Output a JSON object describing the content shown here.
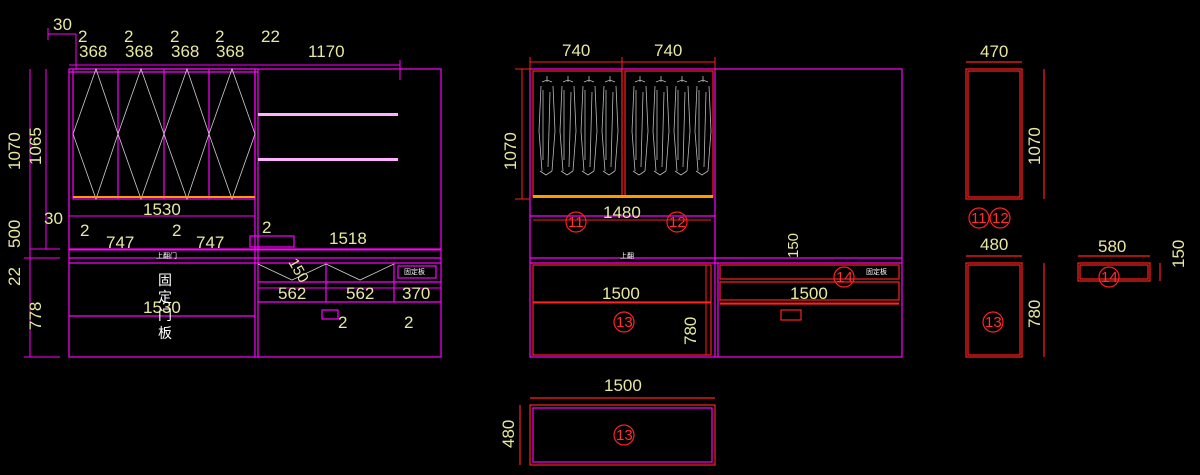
{
  "colors": {
    "background": "#000000",
    "magenta": "#ff00ff",
    "red": "#ff2020",
    "dim_text": "#e8e8a0",
    "white": "#ffffff",
    "orange": "#ff9900"
  },
  "view1": {
    "top_dims": [
      "30",
      "2",
      "368",
      "2",
      "368",
      "2",
      "368",
      "2",
      "368",
      "22",
      "1170"
    ],
    "left_dims": [
      "1070",
      "1065",
      "500",
      "22",
      "778"
    ],
    "mid_dims": [
      "1530",
      "30",
      "2",
      "747",
      "2",
      "747",
      "2",
      "1518",
      "150"
    ],
    "lower_dims": [
      "562",
      "562",
      "370",
      "1530",
      "2",
      "2"
    ],
    "fixed_panel_label": [
      "固",
      "定",
      "门",
      "板"
    ],
    "small_labels": [
      "上翻门",
      "固定板"
    ]
  },
  "view2": {
    "top_dims": [
      "740",
      "740"
    ],
    "left_dim": "1070",
    "mid_dim": "1480",
    "tags": [
      "11",
      "12",
      "13",
      "14"
    ],
    "lower_dims": [
      "1500",
      "1500",
      "780",
      "150"
    ],
    "small_labels": [
      "上翻",
      "固定板"
    ]
  },
  "view3": {
    "dims": [
      "470",
      "1070",
      "480",
      "780"
    ],
    "tags": [
      "11",
      "12",
      "13"
    ]
  },
  "view4": {
    "dims": [
      "580",
      "150"
    ],
    "tag": "14"
  },
  "view5": {
    "dims": [
      "1500",
      "480"
    ],
    "tag": "13"
  }
}
